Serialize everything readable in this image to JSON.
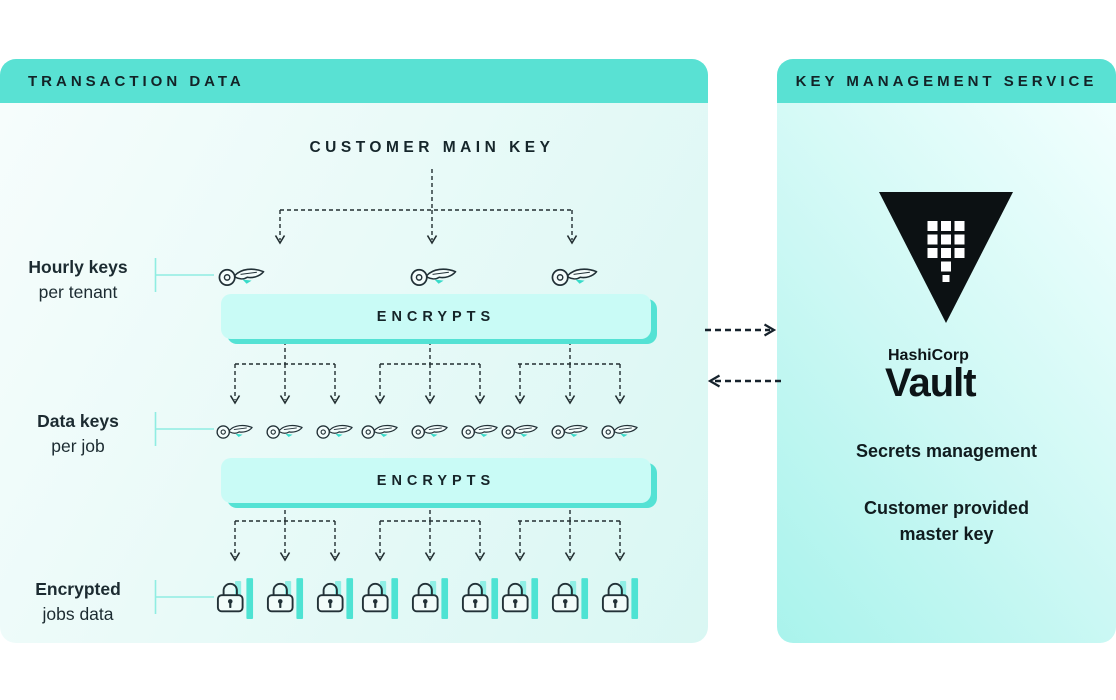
{
  "colors": {
    "header_teal": "#59e1d3",
    "accent_teal": "#38dbc9",
    "bar_fill": "#c9fbf6",
    "bar_shadow": "#54e2d4",
    "dark_text": "#17262b"
  },
  "left_panel": {
    "header": "TRANSACTION DATA",
    "root_label": "CUSTOMER MAIN KEY",
    "encrypts_label": "ENCRYPTS",
    "row_labels": [
      {
        "bold": "Hourly keys",
        "normal": "per tenant"
      },
      {
        "bold": "Data keys",
        "normal": "per job"
      },
      {
        "bold": "Encrypted",
        "normal": "jobs data"
      }
    ],
    "counts": {
      "hourly_keys_per_tenant": 3,
      "data_keys_per_job": 9,
      "encrypted_jobs": 9
    }
  },
  "right_panel": {
    "header": "KEY MANAGEMENT SERVICE",
    "logo_brand": "HashiCorp",
    "logo_product": "Vault",
    "line1": "Secrets management",
    "line2a": "Customer provided",
    "line2b": "master key"
  }
}
